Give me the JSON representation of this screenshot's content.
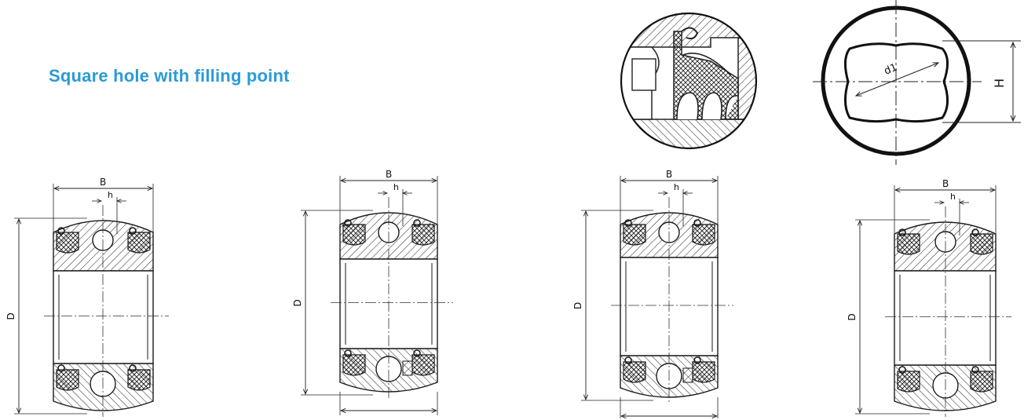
{
  "title": "Square hole with filling point",
  "colors": {
    "title": "#2a9bd6",
    "ink": "#1a1a1a",
    "hatch": "#333333",
    "background": "#ffffff"
  },
  "detail_view": {
    "name": "seal-detail-circle"
  },
  "section_view": {
    "label_d1": "d1",
    "label_H": "H"
  },
  "bearings": [
    {
      "label_B": "B",
      "label_h": "h",
      "label_D": "D"
    },
    {
      "label_B": "B",
      "label_h": "h",
      "label_D": "D"
    },
    {
      "label_B": "B",
      "label_h": "h",
      "label_D": "D"
    },
    {
      "label_B": "B",
      "label_h": "h",
      "label_D": "D"
    }
  ]
}
